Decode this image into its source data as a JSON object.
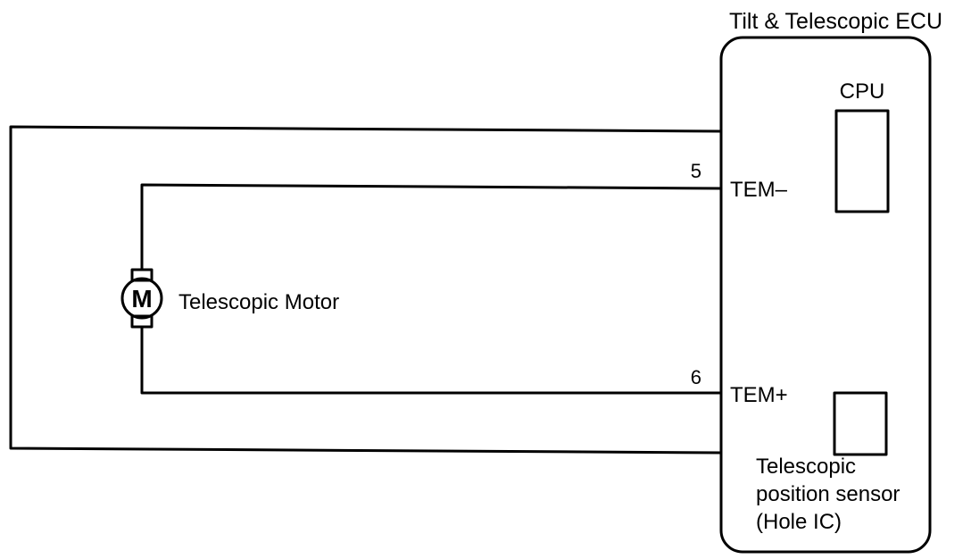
{
  "ecu": {
    "title": "Tilt & Telescopic ECU",
    "cpu_label": "CPU",
    "sensor_label_lines": [
      "Telescopic",
      "position sensor",
      "(Hole IC)"
    ]
  },
  "motor": {
    "symbol": "M",
    "label": "Telescopic Motor"
  },
  "pins": [
    {
      "number": "5",
      "name": "TEM–"
    },
    {
      "number": "6",
      "name": "TEM+"
    }
  ],
  "colors": {
    "line": "#000000",
    "background": "#ffffff"
  }
}
